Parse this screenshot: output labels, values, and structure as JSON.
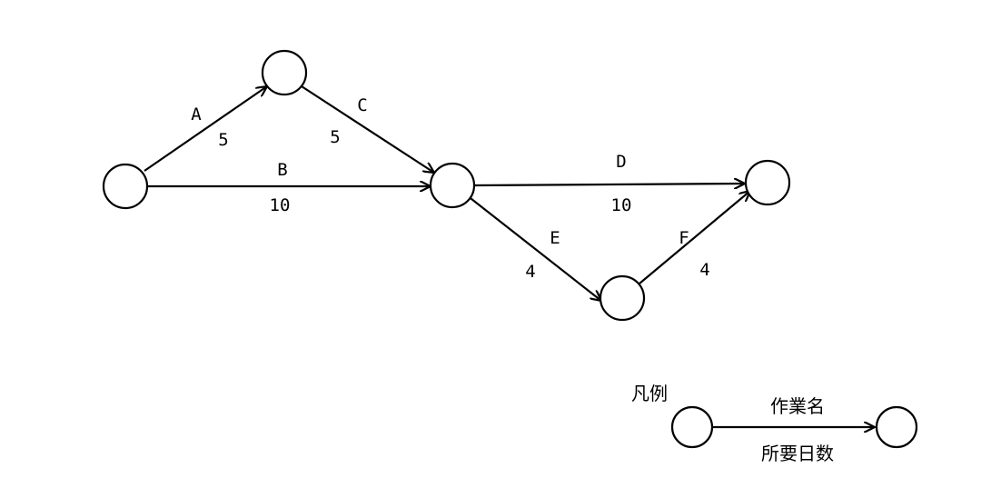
{
  "diagram": {
    "activities": [
      {
        "name": "A",
        "days": "5"
      },
      {
        "name": "B",
        "days": "10"
      },
      {
        "name": "C",
        "days": "5"
      },
      {
        "name": "D",
        "days": "10"
      },
      {
        "name": "E",
        "days": "4"
      },
      {
        "name": "F",
        "days": "4"
      }
    ]
  },
  "legend": {
    "title": "凡例",
    "task_name": "作業名",
    "duration": "所要日数"
  }
}
